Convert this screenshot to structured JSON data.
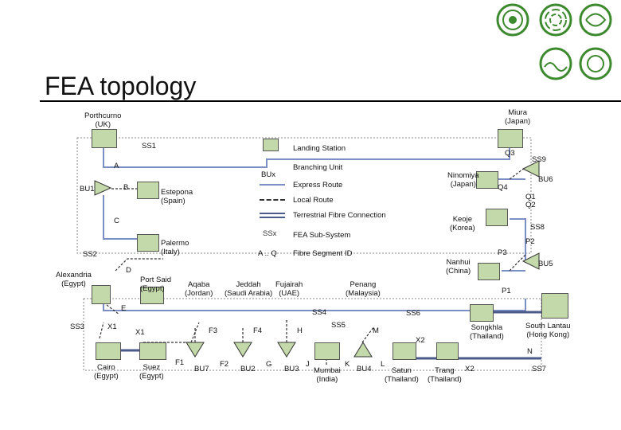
{
  "title": "FEA topology",
  "colors": {
    "station_fill": "#c3d9a9",
    "express": "#7b8fc4",
    "terrestrial": "#4a5a8a",
    "dashed": "#333333",
    "bu_fill": "#c3d9a9",
    "logo_green": "#3d8a2e"
  },
  "legend": {
    "landing_station": "Landing Station",
    "branching_unit_symbol": "BUx",
    "branching_unit": "Branching Unit",
    "express_route": "Express Route",
    "local_route": "Local Route",
    "terrestrial": "Terrestrial Fibre Connection",
    "subsystem_symbol": "SSx",
    "subsystem": "FEA Sub-System",
    "segment_symbol": "A .. Q",
    "segment": "Fibre Segment ID"
  },
  "stations": {
    "porthcurno": "Porthcurno\n(UK)",
    "miura": "Miura\n(Japan)",
    "estepona": "Estepona\n(Spain)",
    "palermo": "Palermo\n(Italy)",
    "alexandria": "Alexandria\n(Egypt)",
    "port_said": "Port Said\n(Egypt)",
    "cairo": "Cairo\n(Egypt)",
    "suez": "Suez\n(Egypt)",
    "aqaba": "Aqaba\n(Jordan)",
    "jeddah": "Jeddah\n(Saudi Arabia)",
    "fujairah": "Fujairah\n(UAE)",
    "penang": "Penang\n(Malaysia)",
    "mumbai": "Mumbai\n(India)",
    "satun": "Satun\n(Thailand)",
    "trang": "Trang\n(Thailand)",
    "songkhla": "Songkhla\n(Thailand)",
    "south_lantau": "South Lantau\n(Hong Kong)",
    "nanhui": "Nanhui\n(China)",
    "keoje": "Keoje\n(Korea)",
    "ninomiya": "Ninomiya\n(Japan)"
  },
  "subsystems": [
    "SS1",
    "SS2",
    "SS3",
    "SS4",
    "SS5",
    "SS6",
    "SS7",
    "SS8",
    "SS9"
  ],
  "branching_units": [
    "BU1",
    "BU2",
    "BU3",
    "BU4",
    "BU5",
    "BU6",
    "BU7"
  ],
  "segments": [
    "A",
    "B",
    "C",
    "D",
    "E",
    "F1",
    "F2",
    "F3",
    "F4",
    "G",
    "H",
    "J",
    "K",
    "L",
    "M",
    "N",
    "P1",
    "P2",
    "P3",
    "Q1",
    "Q2",
    "Q3",
    "Q4",
    "X1",
    "X1",
    "X2",
    "X2"
  ]
}
